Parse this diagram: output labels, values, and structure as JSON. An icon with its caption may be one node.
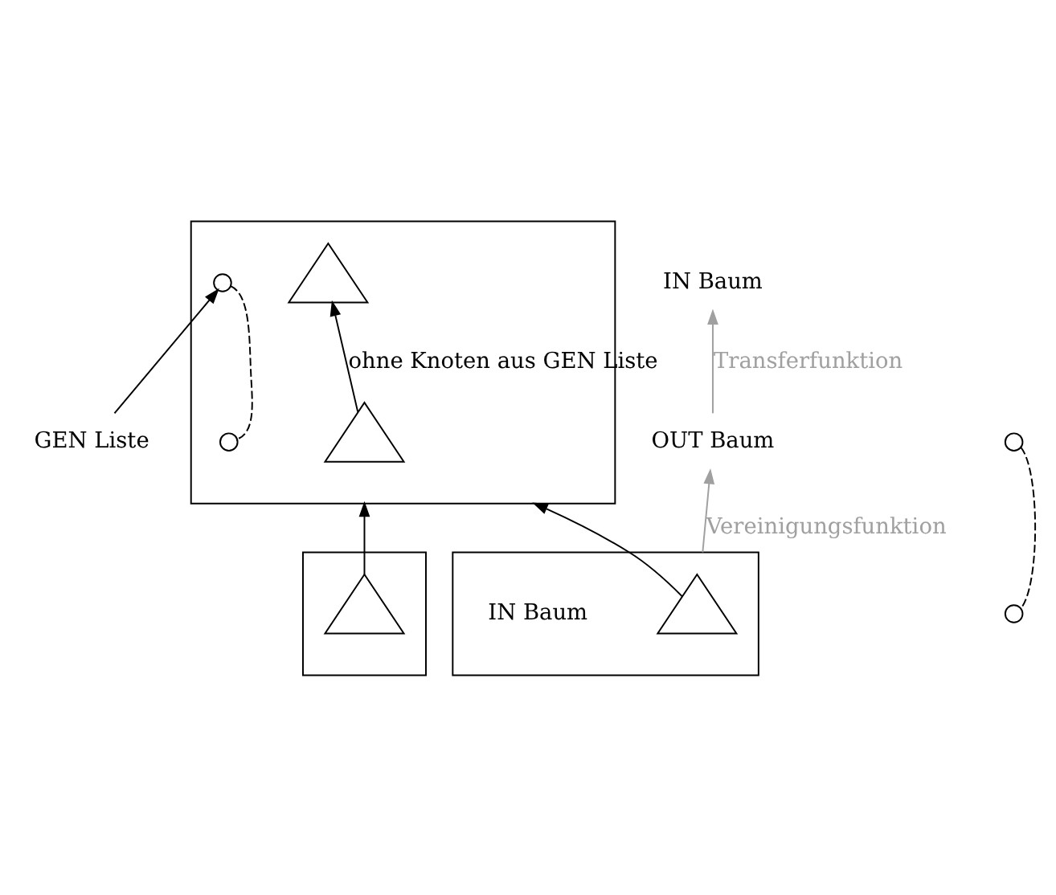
{
  "diagram": {
    "nodes": [
      {
        "text": [
          "GEN Liste"
        ]
      },
      {
        "text": [],
        "shape": "circle"
      },
      {
        "text": [],
        "shape": "circle"
      },
      {
        "text": [],
        "shape": "box"
      },
      {
        "text": [],
        "shape": "circle",
        "in": 3
      },
      {
        "text": [],
        "shape": "circle",
        "in": 3
      },
      {
        "text": [],
        "shape": "triangle",
        "in": 3
      },
      {
        "text": [],
        "shape": "triangle",
        "in": 3
      },
      {
        "text": [
          "IN Baum"
        ]
      },
      {
        "text": [
          "OUT Baum"
        ]
      },
      {
        "text": [],
        "shape": "box"
      },
      {
        "text": [],
        "shape": "triangle",
        "in": 10
      },
      {
        "text": [],
        "shape": "box",
        "beside": [
          "IN Baum"
        ]
      },
      {
        "text": [],
        "shape": "triangle",
        "in": 12
      }
    ],
    "edges": [
      {
        "from": 1,
        "to": 2,
        "arrow": "none",
        "style": "dashed"
      },
      {
        "from": 0,
        "to": 4,
        "arrow": "to"
      },
      {
        "from": 4,
        "to": 5,
        "arrow": "none",
        "style": "dashed"
      },
      {
        "from": 7,
        "to": 6,
        "arrow": "to",
        "label": "ohne Knoten aus GEN Liste"
      },
      {
        "from": 9,
        "to": 8,
        "arrow": "to",
        "label": "Transferfunktion",
        "color": "#a0a0a0"
      },
      {
        "from": 12,
        "to": 9,
        "arrow": "to",
        "label": "Vereinigungsfunktion",
        "color": "#a0a0a0"
      },
      {
        "from": 11,
        "to": 3,
        "arrow": "to"
      },
      {
        "from": 13,
        "to": 3,
        "arrow": "to"
      }
    ]
  }
}
